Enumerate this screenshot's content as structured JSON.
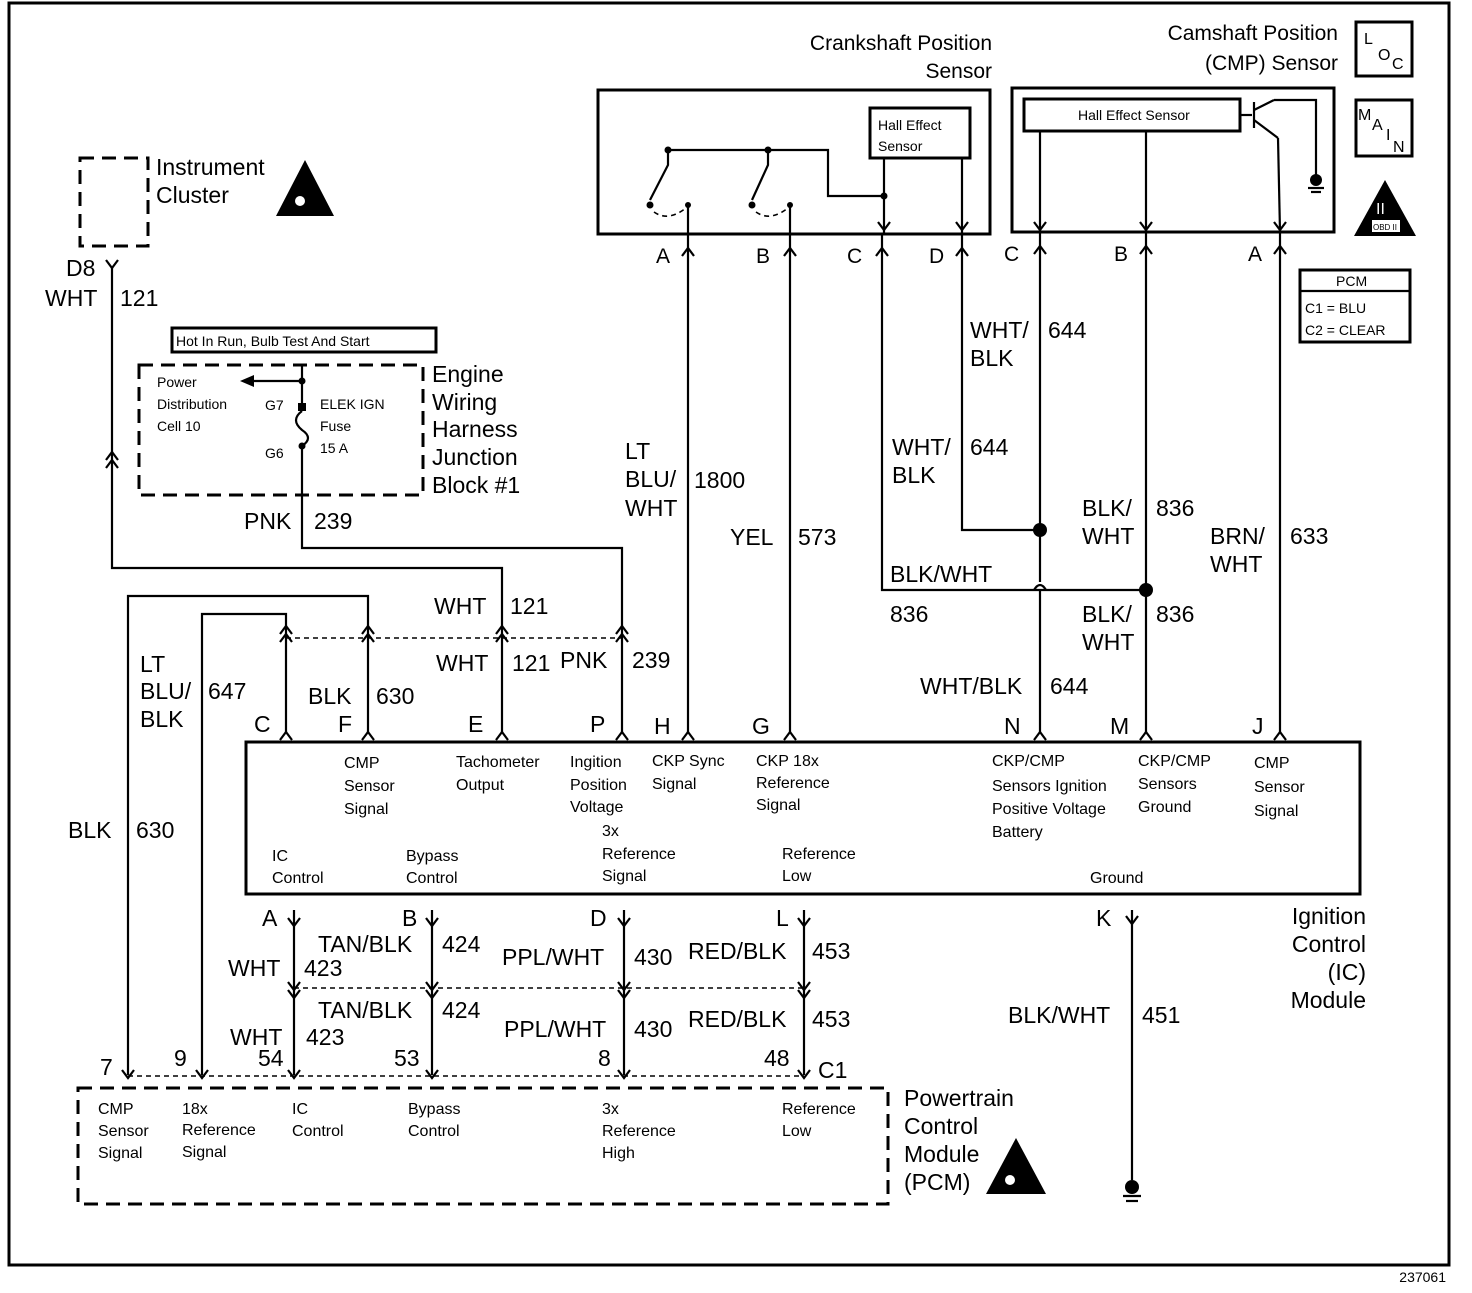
{
  "diagram_id": "237061",
  "icons": {
    "loc": [
      "L",
      "O",
      "C"
    ],
    "main": [
      "M",
      "A",
      "I",
      "N"
    ],
    "obd": [
      "II",
      "OBD II"
    ]
  },
  "pcm_legend": {
    "title": "PCM",
    "c1": "C1 = BLU",
    "c2": "C2 = CLEAR"
  },
  "crankshaft_sensor": {
    "title": [
      "Crankshaft Position",
      "Sensor"
    ],
    "hall": [
      "Hall Effect",
      "Sensor"
    ],
    "pins": [
      "A",
      "B",
      "C",
      "D"
    ]
  },
  "camshaft_sensor": {
    "title": [
      "Camshaft Position",
      "(CMP)  Sensor"
    ],
    "hall": "Hall Effect Sensor",
    "pins": [
      "C",
      "B",
      "A"
    ]
  },
  "instrument_cluster": {
    "title": [
      "Instrument",
      "Cluster"
    ],
    "pin": "D8",
    "wire_color": "WHT",
    "circuit": "121"
  },
  "junction_block": {
    "banner": "Hot In Run, Bulb Test And Start",
    "labels": [
      "Power",
      "Distribution",
      "Cell 10"
    ],
    "g7": "G7",
    "g6": "G6",
    "fuse": [
      "ELEK IGN",
      "Fuse",
      "15 A"
    ],
    "title": [
      "Engine",
      "Wiring",
      "Harness",
      "Junction",
      "Block #1"
    ]
  },
  "wires": {
    "pnk239_top": {
      "color": "PNK",
      "circuit": "239"
    },
    "wht121_top": {
      "color": "WHT",
      "circuit": "121"
    },
    "wht121_low": {
      "color": "WHT",
      "circuit": "121"
    },
    "pnk239_low": {
      "color": "PNK",
      "circuit": "239"
    },
    "ltblu647": {
      "color": [
        "LT",
        "BLU/",
        "BLK"
      ],
      "circuit": "647"
    },
    "blk630_upper": {
      "color": "BLK",
      "circuit": "630"
    },
    "blk630_left": {
      "color": "BLK",
      "circuit": "630"
    },
    "ltbluwht1800": {
      "color": [
        "LT",
        "BLU/",
        "WHT"
      ],
      "circuit": "1800"
    },
    "yel573": {
      "color": "YEL",
      "circuit": "573"
    },
    "whtblk644_a": {
      "color": [
        "WHT/",
        "BLK"
      ],
      "circuit": "644"
    },
    "whtblk644_b": {
      "color": [
        "WHT/",
        "BLK"
      ],
      "circuit": "644"
    },
    "whtblk644_c": {
      "color": "WHT/BLK",
      "circuit": "644"
    },
    "blkwht836_a": {
      "color": [
        "BLK/",
        "WHT"
      ],
      "circuit": "836"
    },
    "blkwht836_b": {
      "color": "BLK/WHT",
      "circuit": "836"
    },
    "blkwht836_c": {
      "color": [
        "BLK/",
        "WHT"
      ],
      "circuit": "836"
    },
    "brnwht633": {
      "color": [
        "BRN/",
        "WHT"
      ],
      "circuit": "633"
    },
    "wht423_a": {
      "color": "WHT",
      "circuit": "423"
    },
    "wht423_b": {
      "color": "WHT",
      "circuit": "423"
    },
    "tanblk424_a": {
      "color": "TAN/BLK",
      "circuit": "424"
    },
    "tanblk424_b": {
      "color": "TAN/BLK",
      "circuit": "424"
    },
    "pplwht430_a": {
      "color": "PPL/WHT",
      "circuit": "430"
    },
    "pplwht430_b": {
      "color": "PPL/WHT",
      "circuit": "430"
    },
    "redblk453_a": {
      "color": "RED/BLK",
      "circuit": "453"
    },
    "redblk453_b": {
      "color": "RED/BLK",
      "circuit": "453"
    },
    "blkwht451": {
      "color": "BLK/WHT",
      "circuit": "451"
    }
  },
  "ic_module": {
    "title": [
      "Ignition",
      "Control",
      "(IC)",
      "Module"
    ],
    "top_pins": [
      "C",
      "F",
      "E",
      "P",
      "H",
      "G",
      "N",
      "M",
      "J"
    ],
    "bottom_pins": [
      "A",
      "B",
      "D",
      "L",
      "K"
    ],
    "top_labels": [
      [
        "CMP",
        "Sensor",
        "Signal"
      ],
      [
        "Tachometer",
        "Output"
      ],
      [
        "Ingition",
        "Position",
        "Voltage"
      ],
      [
        "CKP Sync",
        "Signal"
      ],
      [
        "CKP 18x",
        "Reference",
        "Signal"
      ],
      [
        "CKP/CMP",
        "Sensors Ignition",
        "Positive Voltage",
        "Battery"
      ],
      [
        "CKP/CMP",
        "Sensors",
        "Ground"
      ],
      [
        "CMP",
        "Sensor",
        "Signal"
      ]
    ],
    "bottom_labels": [
      [
        "IC",
        "Control"
      ],
      [
        "Bypass",
        "Control"
      ],
      [
        "3x",
        "Reference",
        "Signal"
      ],
      [
        "Reference",
        "Low"
      ],
      [
        "Ground"
      ]
    ]
  },
  "pcm": {
    "title": [
      "Powertrain",
      "Control",
      "Module",
      "(PCM)"
    ],
    "pins": [
      "7",
      "9",
      "54",
      "53",
      "8",
      "48"
    ],
    "connector": "C1",
    "labels": [
      [
        "CMP",
        "Sensor",
        "Signal"
      ],
      [
        "18x",
        "Reference",
        "Signal"
      ],
      [
        "IC",
        "Control"
      ],
      [
        "Bypass",
        "Control"
      ],
      [
        "3x",
        "Reference",
        "High"
      ],
      [
        "Reference",
        "Low"
      ]
    ]
  }
}
